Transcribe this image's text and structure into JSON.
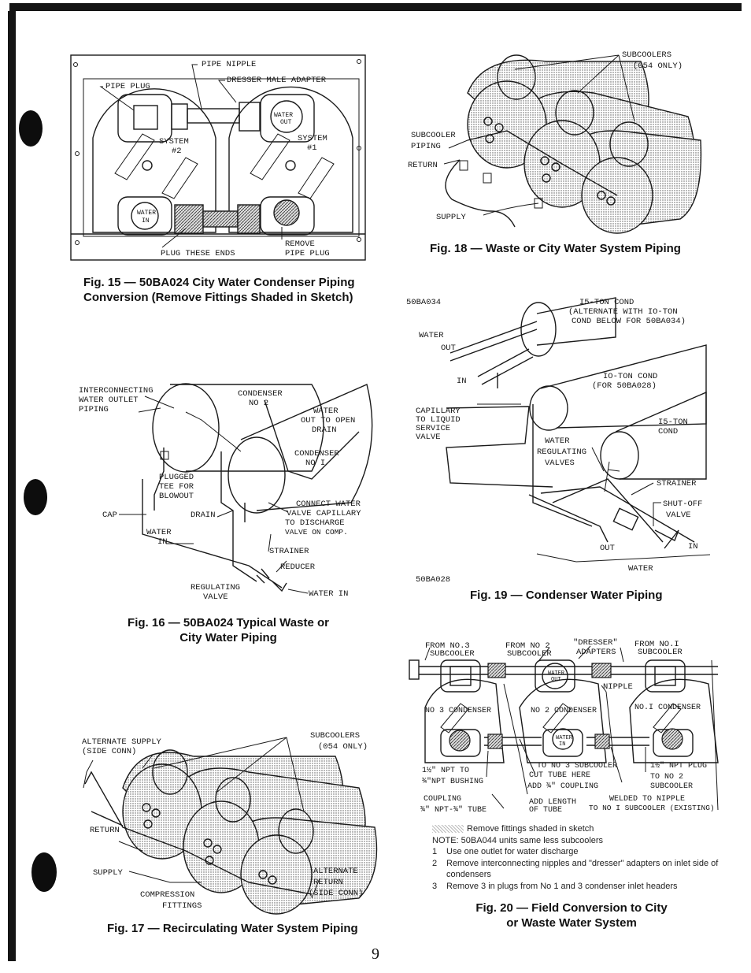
{
  "page": {
    "number": "9"
  },
  "fig15": {
    "caption": "Fig. 15 — 50BA024 City Water Condenser Piping Conversion (Remove Fittings Shaded in Sketch)",
    "labels": {
      "pipe_nipple": "PIPE NIPPLE",
      "pipe_plug": "PIPE PLUG",
      "dresser": "DRESSER MALE ADAPTER",
      "water_out_1": "WATER",
      "water_out_2": "OUT",
      "sys2a": "SYSTEM",
      "sys2b": "#2",
      "sys1a": "SYSTEM",
      "sys1b": "#1",
      "water_in_1": "WATER",
      "water_in_2": "IN",
      "plug_ends": "PLUG THESE ENDS",
      "remove1": "REMOVE",
      "remove2": "PIPE PLUG"
    }
  },
  "fig16": {
    "caption_line1": "Fig. 16 — 50BA024 Typical Waste or",
    "caption_line2": "City Water Piping",
    "labels": {
      "inter1": "INTERCONNECTING",
      "inter2": "WATER OUTLET",
      "inter3": "PIPING",
      "cond2a": "CONDENSER",
      "cond2b": "NO 2",
      "wo1": "WATER",
      "wo2": "OUT TO OPEN",
      "wo3": "DRAIN",
      "cond1a": "CONDENSER",
      "cond1b": "NO I",
      "plug1": "PLUGGED",
      "plug2": "TEE FOR",
      "plug3": "BLOWOUT",
      "cap": "CAP",
      "drain": "DRAIN",
      "cw1": "CONNECT WATER",
      "cw2": "VALVE CAPILLARY",
      "cw3": "TO DISCHARGE",
      "cw4": "VALVE ON COMP.",
      "wi1": "WATER",
      "wi2": "IN",
      "strainer": "STRAINER",
      "reducer": "REDUCER",
      "reg1": "REGULATING",
      "reg2": "VALVE",
      "waterin": "WATER IN"
    }
  },
  "fig17": {
    "caption": "Fig. 17 — Recirculating Water System Piping",
    "labels": {
      "alt1": "ALTERNATE SUPPLY",
      "alt2": "(SIDE CONN)",
      "sub1": "SUBCOOLERS",
      "sub2": "(054 ONLY)",
      "return": "RETURN",
      "supply": "SUPPLY",
      "comp1": "COMPRESSION",
      "comp2": "FITTINGS",
      "altr1": "ALTERNATE",
      "altr2": "RETURN",
      "altr3": "(SIDE CONN)"
    }
  },
  "fig18": {
    "caption": "Fig. 18 — Waste or City Water System Piping",
    "labels": {
      "sub1": "SUBCOOLERS",
      "sub2": "(054 ONLY)",
      "scp1": "SUBCOOLER",
      "scp2": "PIPING",
      "return": "RETURN",
      "supply": "SUPPLY"
    }
  },
  "fig19": {
    "caption": "Fig. 19 — Condenser Water Piping",
    "labels": {
      "m034": "50BA034",
      "c15a": "I5-TON COND",
      "c15b": "(ALTERNATE WITH IO-TON",
      "c15c": "COND BELOW FOR 50BA034)",
      "water": "WATER",
      "out": "OUT",
      "in": "IN",
      "c10a": "IO-TON COND",
      "c10b": "(FOR 50BA028)",
      "cap1": "CAPILLARY",
      "cap2": "TO LIQUID",
      "cap3": "SERVICE",
      "cap4": "VALVE",
      "c15d": "I5-TON",
      "c15e": "COND",
      "wr1": "WATER",
      "wr2": "REGULATING",
      "wr3": "VALVES",
      "strainer": "STRAINER",
      "so1": "SHUT-OFF",
      "so2": "VALVE",
      "out2": "OUT",
      "in2": "IN",
      "water2": "WATER",
      "m028": "50BA028"
    }
  },
  "fig20": {
    "caption_line1": "Fig. 20 — Field Conversion to City",
    "caption_line2": "or Waste Water System",
    "labels": {
      "f3a": "FROM NO.3",
      "f3b": "SUBCOOLER",
      "f2a": "FROM NO 2",
      "f2b": "SUBCOOLER",
      "dra": "\"DRESSER\"",
      "drb": "ADAPTERS",
      "f1a": "FROM NO.I",
      "f1b": "SUBCOOLER",
      "nipple": "NIPPLE",
      "wo1": "WATER",
      "wo2": "OUT",
      "n3c": "NO 3 CONDENSER",
      "n2c": "NO 2 CONDENSER",
      "n1c": "NO.I CONDENSER",
      "wi1": "WATER",
      "wi2": "IN",
      "npt1": "1½\" NPT TO",
      "npt2": "¾\"NPT BUSHING",
      "to3": "TO NO 3 SUBCOOLER",
      "cut": "CUT TUBE HERE",
      "add": "ADD ¾\" COUPLING",
      "plug1": "1½\" NPT PLUG",
      "plug2": "TO NO 2",
      "plug3": "SUBCOOLER",
      "coup1": "COUPLING",
      "coup2": "¾\" NPT-¾\" TUBE",
      "addl1": "ADD LENGTH",
      "addl2": "OF TUBE",
      "weld1": "WELDED TO NIPPLE",
      "weld2": "TO NO I SUBCOOLER (EXISTING)"
    },
    "notes": {
      "shaded": "Remove fittings shaded in sketch",
      "note": "NOTE: 50BA044 units same less subcoolers",
      "items": [
        {
          "n": "1",
          "text": "Use one outlet for water discharge"
        },
        {
          "n": "2",
          "text": "Remove interconnecting nipples and \"dresser\" adapters on inlet side of condensers"
        },
        {
          "n": "3",
          "text": "Remove 3 in plugs from No 1 and 3 condenser inlet headers"
        }
      ]
    }
  }
}
